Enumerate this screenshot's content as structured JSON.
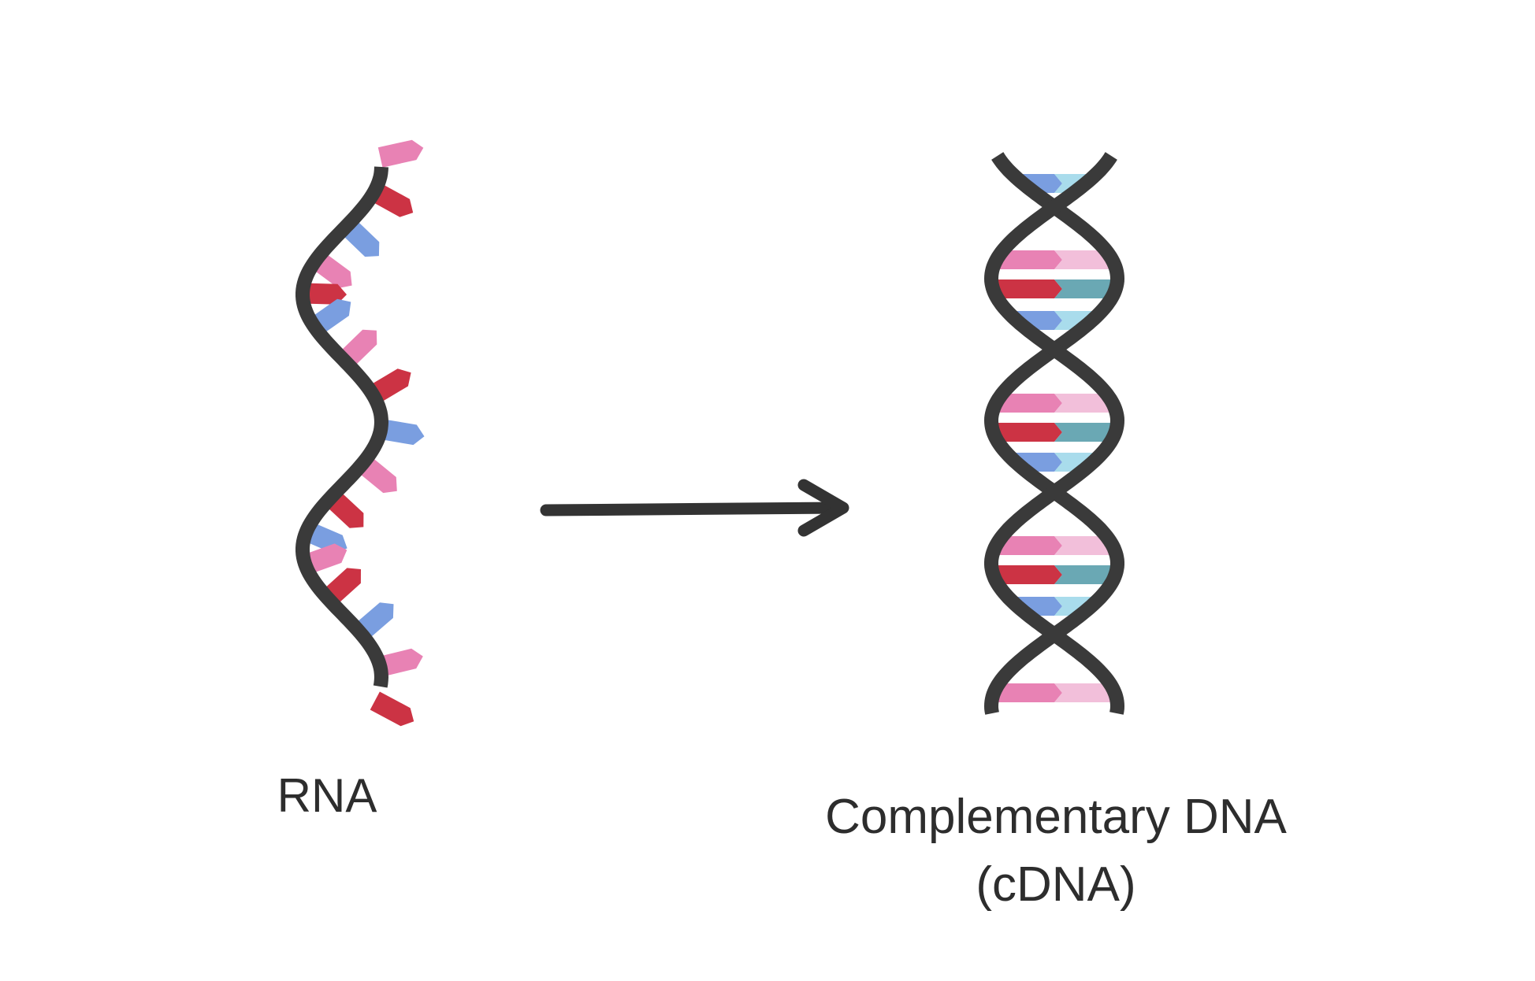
{
  "labels": {
    "rna": "RNA",
    "cdna_line1": "Complementary DNA",
    "cdna_line2": "(cDNA)"
  },
  "colors": {
    "backbone": "#3a3a3a",
    "arrow": "#333333",
    "base_pink": "#e882b4",
    "base_red": "#cc3344",
    "base_blue": "#7a9ee0",
    "pair_pink_light": "#f2bfda",
    "pair_teal": "#6aa8b4",
    "pair_blue_light": "#a9dcec"
  },
  "rna_bases": [
    "pink",
    "red",
    "blue",
    "pink",
    "red",
    "blue",
    "pink",
    "red",
    "blue",
    "pink",
    "red",
    "blue",
    "pink",
    "red",
    "blue",
    "pink",
    "red"
  ],
  "cdna_base_pairs": [
    [
      "blue",
      "blue_light"
    ],
    [
      "pink",
      "pink_light"
    ],
    [
      "red",
      "teal"
    ],
    [
      "blue",
      "blue_light"
    ],
    [
      "pink",
      "pink_light"
    ],
    [
      "red",
      "teal"
    ],
    [
      "blue",
      "blue_light"
    ],
    [
      "pink",
      "pink_light"
    ],
    [
      "red",
      "teal"
    ],
    [
      "blue",
      "blue_light"
    ],
    [
      "pink",
      "pink_light"
    ]
  ]
}
